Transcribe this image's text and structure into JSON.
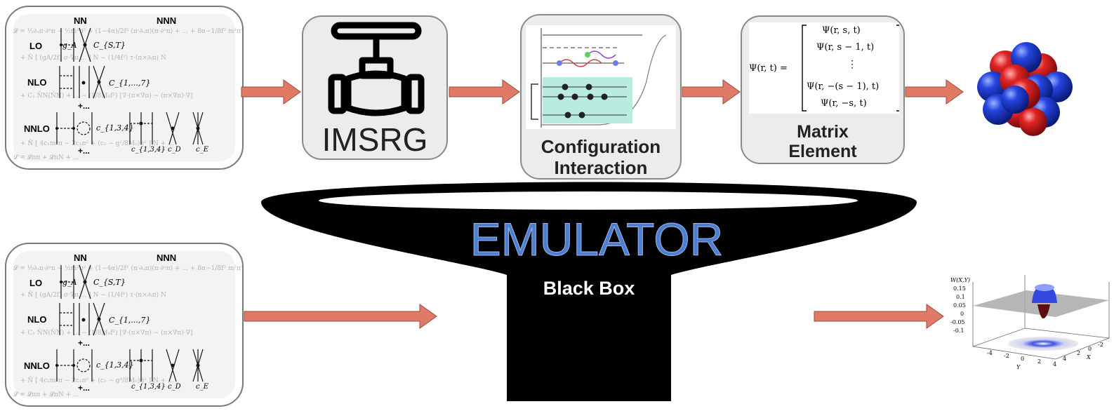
{
  "chiral_panel": {
    "nn_label": "NN",
    "nnn_label": "NNN",
    "orders": [
      "LO",
      "NLO",
      "NNLO"
    ],
    "lec_labels": [
      "g_A",
      "C_{S,T}",
      "C_{1,...,7}",
      "c_{1,3,4}",
      "c_{1,3,4}",
      "c_D",
      "c_E"
    ],
    "dots_label": "+..."
  },
  "imsrg_box": {
    "label": "IMSRG",
    "icon": "valve-icon"
  },
  "ci_box": {
    "label_line1": "Configuration",
    "label_line2": "Interaction"
  },
  "matrix_box": {
    "lhs": "Ψ(r, t) =",
    "rows": [
      "Ψ(r, s, t)",
      "Ψ(r, s − 1, t)",
      "⋮",
      "Ψ(r, −(s − 1), t)",
      "Ψ(r, −s, t)"
    ],
    "label_line1": "Matrix",
    "label_line2": "Element"
  },
  "nucleus": {
    "icon": "nucleus-icon",
    "colors": [
      "#1f3fd6",
      "#d61f1f"
    ]
  },
  "emulator": {
    "title": "EMULATOR",
    "subtitle": "Black Box",
    "title_color": "#4d7fd0"
  },
  "wigner_plot": {
    "zlabel": "W(X,Y)",
    "zticks": [
      "0.15",
      "0.1",
      "0.05",
      "0",
      "-0.05",
      "-0.1"
    ],
    "yticks": [
      "-4",
      "-2",
      "0",
      "2",
      "4"
    ],
    "xticks": [
      "4",
      "2",
      "0",
      "-2"
    ],
    "xlabel": "X",
    "ylabel": "Y"
  },
  "colors": {
    "arrow": "#e07a66",
    "arrow_stroke": "#9a4b3d"
  }
}
